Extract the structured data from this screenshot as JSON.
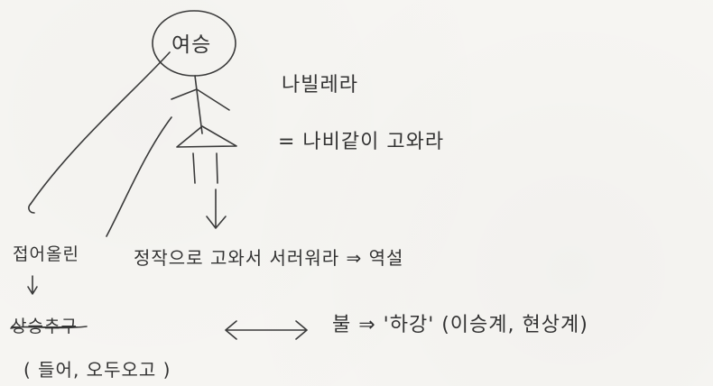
{
  "notes": {
    "head_label": "여승",
    "word": "나빌레라",
    "meaning": "= 나비같이 고와라",
    "folded": "접어올린",
    "main_line": "정작으로 고와서 서러워라 ⇒ 역설",
    "rising": "상승추구",
    "falling": "불 ⇒ '하강' (이승계, 현상계)",
    "parenthetical": "( 들어, 오두오고 )"
  },
  "colors": {
    "ink": "#333333",
    "paper": "#f7f6f3"
  }
}
